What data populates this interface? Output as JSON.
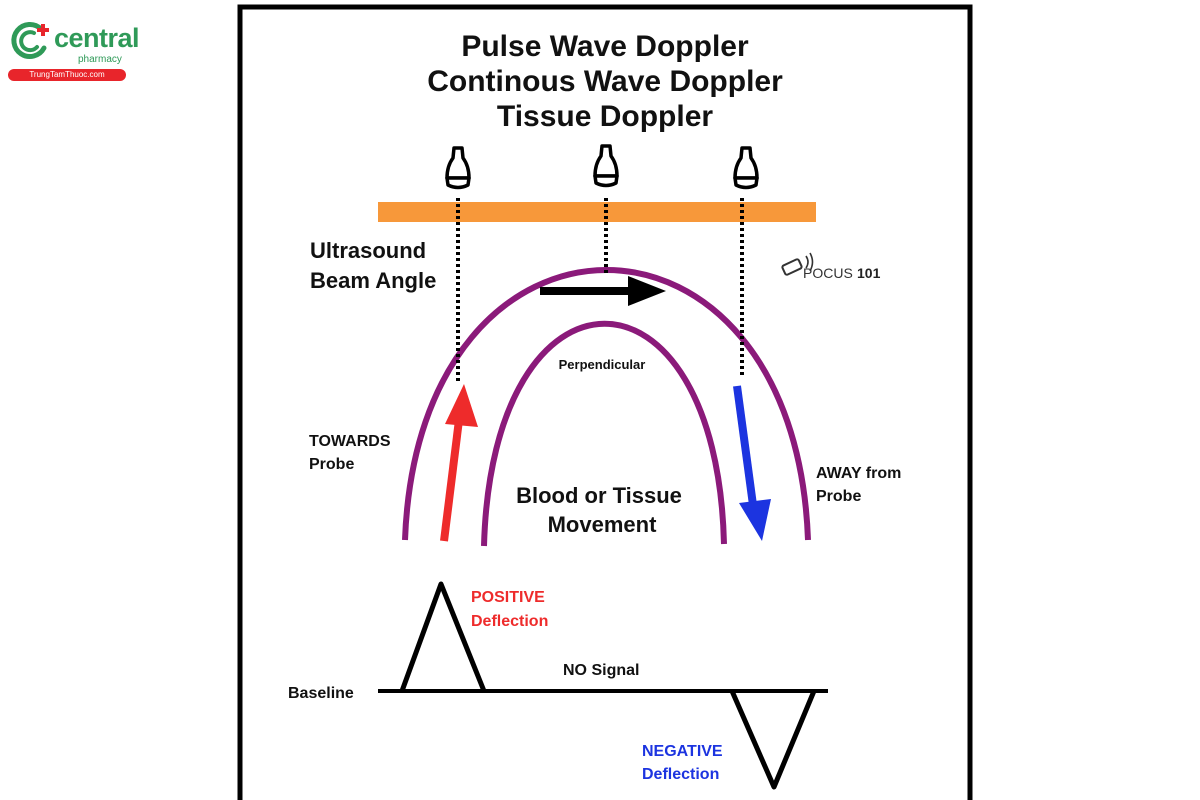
{
  "logo": {
    "word": "central",
    "sub": "pharmacy",
    "url": "TrungTamThuoc.com"
  },
  "diagram": {
    "title_lines": [
      "Pulse Wave Doppler",
      "Continous Wave Doppler",
      "Tissue Doppler"
    ],
    "beam_angle_lines": [
      "Ultrasound",
      "Beam Angle"
    ],
    "brand": {
      "word": "POCUS",
      "number": "101"
    },
    "perpendicular": "Perpendicular",
    "towards_lines": [
      "TOWARDS",
      "Probe"
    ],
    "away_lines": [
      "AWAY from",
      "Probe"
    ],
    "movement_lines": [
      "Blood or Tissue",
      "Movement"
    ],
    "positive_lines": [
      "POSITIVE",
      "Deflection"
    ],
    "negative_lines": [
      "NEGATIVE",
      "Deflection"
    ],
    "no_signal": "NO Signal",
    "baseline": "Baseline"
  },
  "colors": {
    "frame": "#000000",
    "probe_bar": "#f7983a",
    "vessel": "#8b1a7a",
    "toward_arrow": "#ee2b2b",
    "away_arrow": "#1c34e0",
    "positive_text": "#ee2b2b",
    "negative_text": "#1c34e0",
    "logo_green": "#2f9a58",
    "logo_red": "#e8252b"
  },
  "icons": [
    "ultrasound-probe-icon",
    "pocus-probe-icon",
    "central-pharmacy-logo-icon"
  ]
}
